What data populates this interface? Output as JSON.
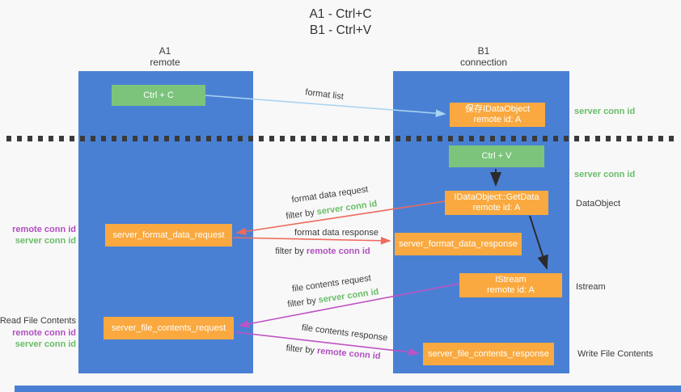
{
  "title": {
    "line1": "A1 - Ctrl+C",
    "line2": "B1 - Ctrl+V"
  },
  "columns": {
    "left": {
      "header_line1": "A1",
      "header_line2": "remote"
    },
    "right": {
      "header_line1": "B1",
      "header_line2": "connection"
    }
  },
  "nodes": {
    "ctrl_c": "Ctrl + C",
    "ctrl_v": "Ctrl + V",
    "save_dataobject_line1": "保存IDataObject",
    "save_dataobject_line2": "remote id: A",
    "getdata_line1": "IDataObject::GetData",
    "getdata_line2": "remote id: A",
    "istream_line1": "IStream",
    "istream_line2": "remote id: A",
    "format_data_request": "server_format_data_request",
    "format_data_response": "server_format_data_response",
    "file_contents_request": "server_file_contents_request",
    "file_contents_response": "server_file_contents_response"
  },
  "edge_labels": {
    "format_list": "format list",
    "format_data_request": "format data request",
    "format_data_response": "format data response",
    "file_contents_request": "file contents request",
    "file_contents_response": "file contents response",
    "filter_by": "filter by ",
    "server_conn_id": "server conn id",
    "remote_conn_id": "remote conn id"
  },
  "side_labels": {
    "right_server_conn_id_top": "server conn id",
    "right_server_conn_id_mid": "server conn id",
    "dataobject": "DataObject",
    "istream": "Istream",
    "write_file_contents": "Write File Contents",
    "read_file_contents": "Read File Contents",
    "left_remote_conn_id_1": "remote conn id",
    "left_server_conn_id_1": "server conn id",
    "left_remote_conn_id_2": "remote conn id",
    "left_server_conn_id_2": "server conn id"
  },
  "colors": {
    "column_blue": "#4a80d4",
    "node_green": "#7cc47c",
    "node_orange": "#f9a93f",
    "arrow_lightblue": "#a9d3f0",
    "arrow_red": "#ee6a5c",
    "arrow_magenta": "#bf53c4",
    "arrow_black": "#2b2b2b",
    "text_green": "#69bd69",
    "text_purple": "#b14fc0",
    "text_dark": "#3b3b3b"
  }
}
